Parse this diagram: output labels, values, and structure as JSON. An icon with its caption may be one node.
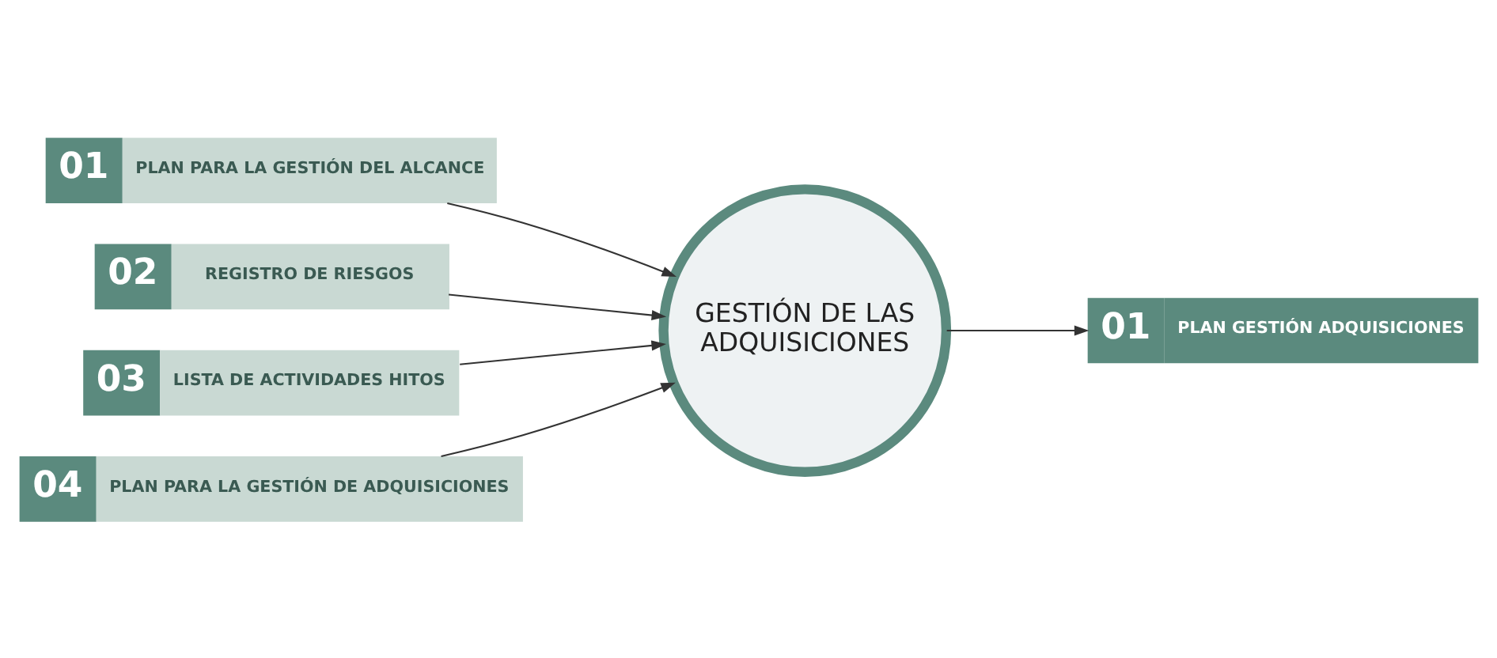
{
  "diagram": {
    "nodes": [
      {
        "text": [
          "01",
          "PLAN PARA LA GESTIÓN DEL ALCANCE"
        ]
      },
      {
        "text": [
          "02",
          "REGISTRO DE RIESGOS"
        ]
      },
      {
        "text": [
          "03",
          "LISTA DE ACTIVIDADES HITOS"
        ]
      },
      {
        "text": [
          "04",
          "PLAN PARA LA GESTIÓN DE ADQUISICIONES"
        ]
      },
      {
        "text": [
          "GESTIÓN DE LAS ADQUISICIONES"
        ]
      },
      {
        "text": [
          "01",
          "PLAN GESTIÓN ADQUISICIONES"
        ]
      }
    ],
    "edges": [
      {
        "from": 0,
        "to": 4,
        "arrow": "to"
      },
      {
        "from": 1,
        "to": 4,
        "arrow": "to"
      },
      {
        "from": 2,
        "to": 4,
        "arrow": "to"
      },
      {
        "from": 3,
        "to": 4,
        "arrow": "to"
      },
      {
        "from": 4,
        "to": 5,
        "arrow": "to"
      }
    ]
  }
}
